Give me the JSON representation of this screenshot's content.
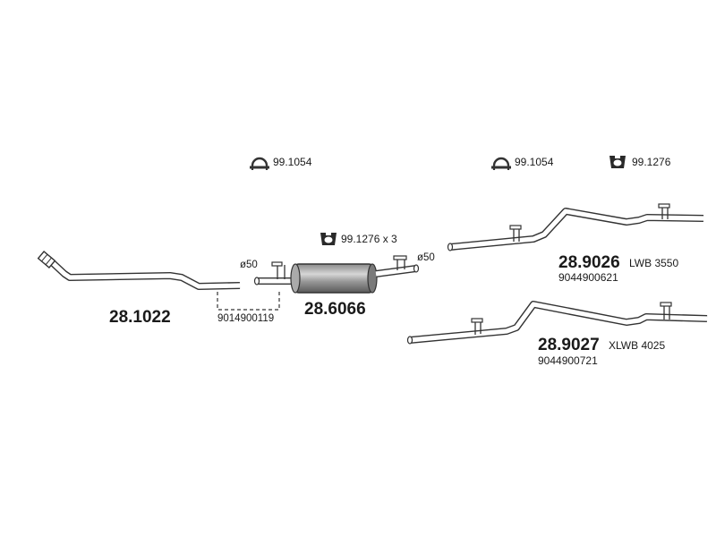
{
  "clamps": {
    "clamp_a": "99.1054",
    "clamp_b": "99.1054",
    "bracket_a": "99.1276",
    "bracket_x3": "99.1276 x 3"
  },
  "parts": {
    "front_pipe": {
      "number": "28.1022"
    },
    "mounting_kit": {
      "number": "9014900119"
    },
    "silencer": {
      "number": "28.6066"
    },
    "diameter_left": "ø50",
    "diameter_right": "ø50",
    "tail_lwb": {
      "number": "28.9026",
      "variant": "LWB 3550",
      "oe": "9044900621"
    },
    "tail_xlwb": {
      "number": "28.9027",
      "variant": "XLWB 4025",
      "oe": "9044900721"
    }
  },
  "colors": {
    "pipe": "#ffffff",
    "outline": "#333333",
    "silencer_dark": "#6e6e6e",
    "silencer_light": "#cfcfcf"
  }
}
